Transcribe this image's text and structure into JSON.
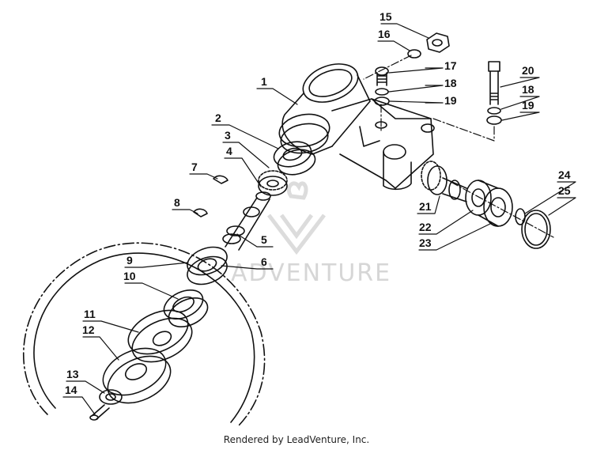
{
  "diagram": {
    "callouts": [
      "1",
      "2",
      "3",
      "4",
      "5",
      "6",
      "7",
      "8",
      "9",
      "10",
      "11",
      "12",
      "13",
      "14",
      "15",
      "16",
      "17",
      "18",
      "19",
      "20",
      "18",
      "19",
      "21",
      "22",
      "23",
      "24",
      "25"
    ],
    "watermark": "ADVENTURE"
  },
  "footer": {
    "text": "Rendered by LeadVenture, Inc."
  },
  "colors": {
    "ink": "#111111",
    "watermark": "#d6d6d6"
  }
}
